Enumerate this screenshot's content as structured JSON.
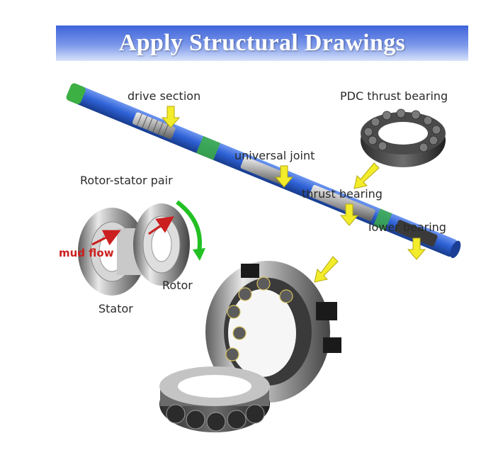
{
  "title": "Apply Structural Drawings",
  "labels": {
    "drive_section": "drive section",
    "pdc_thrust_bearing": "PDC thrust bearing",
    "universal_joint": "universal joint",
    "rotor_stator_pair": "Rotor-stator pair",
    "thrust_bearing": "thrust bearing",
    "lower_bearing": "lower bearing",
    "mud_flow": "mud flow",
    "rotor": "Rotor",
    "stator": "Stator"
  },
  "colors": {
    "banner_top": "#3d63d9",
    "banner_bottom": "#d9e3fb",
    "tool_body": "#2f62d6",
    "tool_accent_green": "#3cb043",
    "arrow_yellow": "#f2ec2b",
    "mud_flow_red": "#cc1f1f",
    "rotation_arrow_green": "#22c022"
  },
  "icons": [
    "down-arrow-icon",
    "diagonal-arrow-icon",
    "rotation-arrow-icon"
  ]
}
